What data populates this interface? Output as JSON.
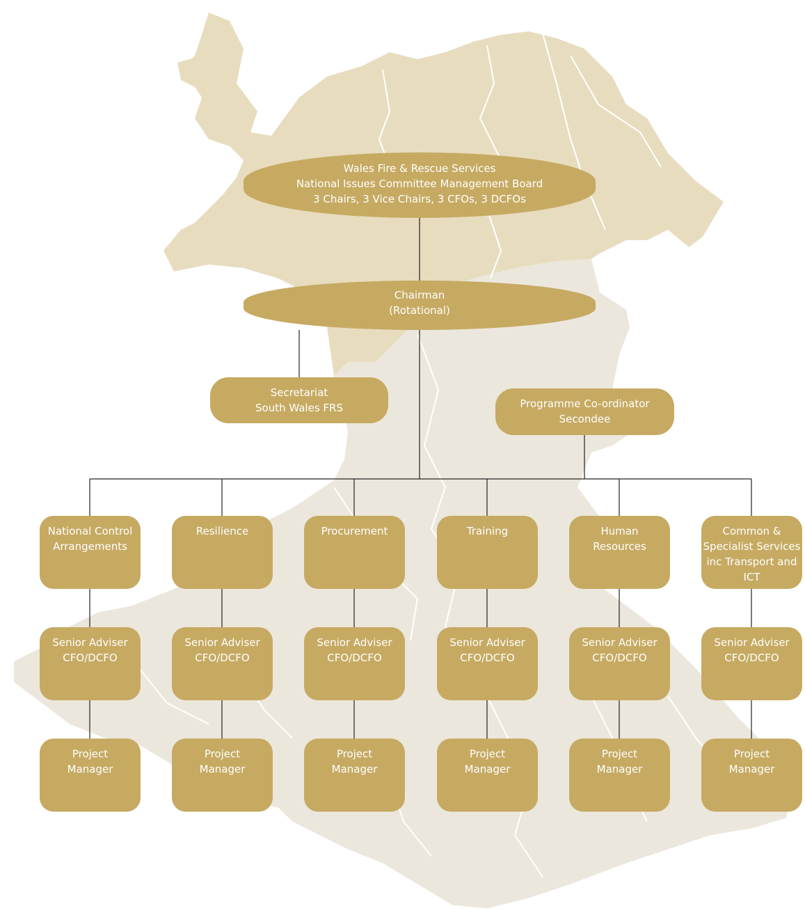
{
  "colors": {
    "node_fill": "#c6aa62",
    "node_text": "#ffffff",
    "north_region": "#e8dcbf",
    "south_region": "#ece7dc",
    "connector": "#222222"
  },
  "board": {
    "lines": [
      "Wales Fire & Rescue Services",
      "National Issues Committee Management Board",
      "3 Chairs, 3 Vice Chairs, 3 CFOs, 3 DCFOs"
    ]
  },
  "chairman": {
    "lines": [
      "Chairman",
      "(Rotational)"
    ]
  },
  "secretariat": {
    "lines": [
      "Secretariat",
      "South Wales FRS"
    ]
  },
  "coordinator": {
    "lines": [
      "Programme Co-ordinator",
      "Secondee"
    ]
  },
  "departments": [
    {
      "lines": [
        "National Control",
        "Arrangements"
      ]
    },
    {
      "lines": [
        "Resilience"
      ]
    },
    {
      "lines": [
        "Procurement"
      ]
    },
    {
      "lines": [
        "Training"
      ]
    },
    {
      "lines": [
        "Human",
        "Resources"
      ]
    },
    {
      "lines": [
        "Common &",
        "Specialist Services",
        "inc Transport and",
        "ICT"
      ]
    }
  ],
  "senior_adviser": {
    "lines": [
      "Senior Adviser",
      "CFO/DCFO"
    ]
  },
  "project_manager": {
    "lines": [
      "Project",
      "Manager"
    ]
  }
}
